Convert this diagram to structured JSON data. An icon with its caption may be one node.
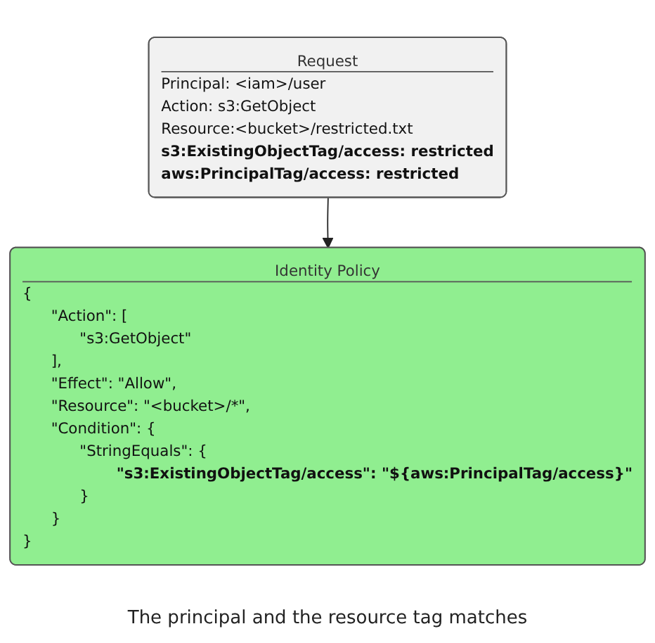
{
  "diagram": {
    "caption": "The principal and the resource tag matches",
    "nodes": [
      {
        "text": [
          "Request",
          "Principal: <iam>/user",
          "Action: s3:GetObject",
          "Resource:<bucket>/restricted.txt",
          "s3:ExistingObjectTag/access: restricted",
          "aws:PrincipalTag/access: restricted"
        ]
      },
      {
        "text": [
          "Identity Policy",
          "{",
          "\"Action\": [",
          "\"s3:GetObject\"",
          "],",
          "\"Effect\": \"Allow\",",
          "\"Resource\": \"<bucket>/*\",",
          "\"Condition\": {",
          "\"StringEquals\": {",
          "\"s3:ExistingObjectTag/access\": \"${aws:PrincipalTag/access}\"",
          "}",
          "}",
          "}"
        ]
      }
    ],
    "edges": [
      {
        "from": 0,
        "to": 1,
        "arrow": "to"
      }
    ]
  }
}
